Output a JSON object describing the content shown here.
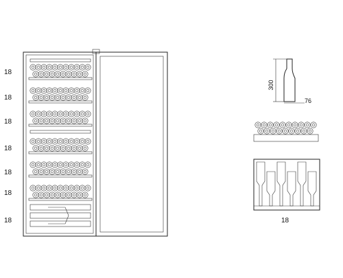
{
  "shelf_labels": [
    "18",
    "18",
    "18",
    "18",
    "18",
    "18",
    "18"
  ],
  "bottle_height_label": "300",
  "bottle_diameter_label": "76",
  "rack_capacity_label": "18"
}
